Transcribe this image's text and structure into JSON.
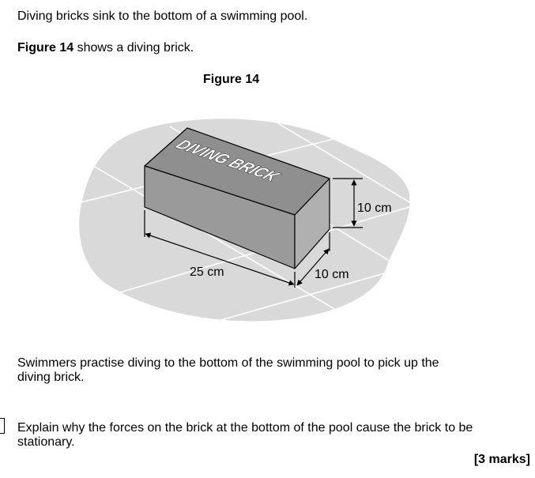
{
  "intro": "Diving bricks sink to the bottom of a swimming pool.",
  "figure_ref": {
    "bold": "Figure 14",
    "rest": " shows a diving brick."
  },
  "figure": {
    "title": "Figure 14",
    "brick_label": "DIVING BRICK",
    "length_label": "25 cm",
    "depth_label": "10 cm",
    "height_label": "10 cm"
  },
  "context": {
    "line1": "Swimmers practise diving to the bottom of the swimming pool to pick up the",
    "line2": "diving brick."
  },
  "question": {
    "line1": "Explain why the forces on the brick at the bottom of the pool cause the brick to be",
    "line2": "stationary.",
    "marks": "[3 marks]"
  }
}
